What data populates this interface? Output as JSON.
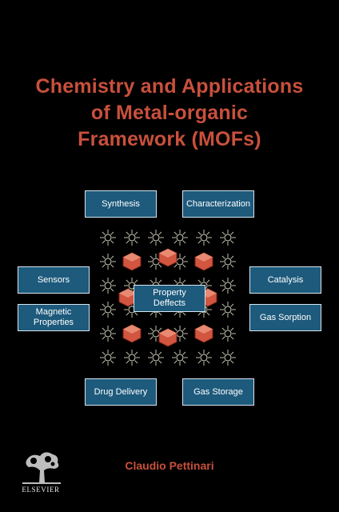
{
  "cover": {
    "title_lines": [
      "Chemistry and Applications",
      "of Metal-organic",
      "Framework (MOFs)"
    ],
    "author": "Claudio Pettinari",
    "publisher": "ELSEVIER",
    "boxes": {
      "synthesis": "Synthesis",
      "characterization": "Characterization",
      "sensors": "Sensors",
      "catalysis": "Catalysis",
      "magnetic_line1": "Magnetic",
      "magnetic_line2": "Properties",
      "gas_sorption": "Gas Sorption",
      "center_line1": "Property",
      "center_line2": "Deffects",
      "drug_delivery": "Drug Delivery",
      "gas_storage": "Gas Storage"
    }
  },
  "colors": {
    "background": "#000000",
    "title": "#c8503c",
    "box_fill": "#1d5a7c",
    "box_border": "#d9e6ef",
    "node": "#d2553f",
    "linker": "#d8d6c4"
  },
  "icons": [
    "mof-lattice-illustration",
    "elsevier-tree-logo"
  ]
}
